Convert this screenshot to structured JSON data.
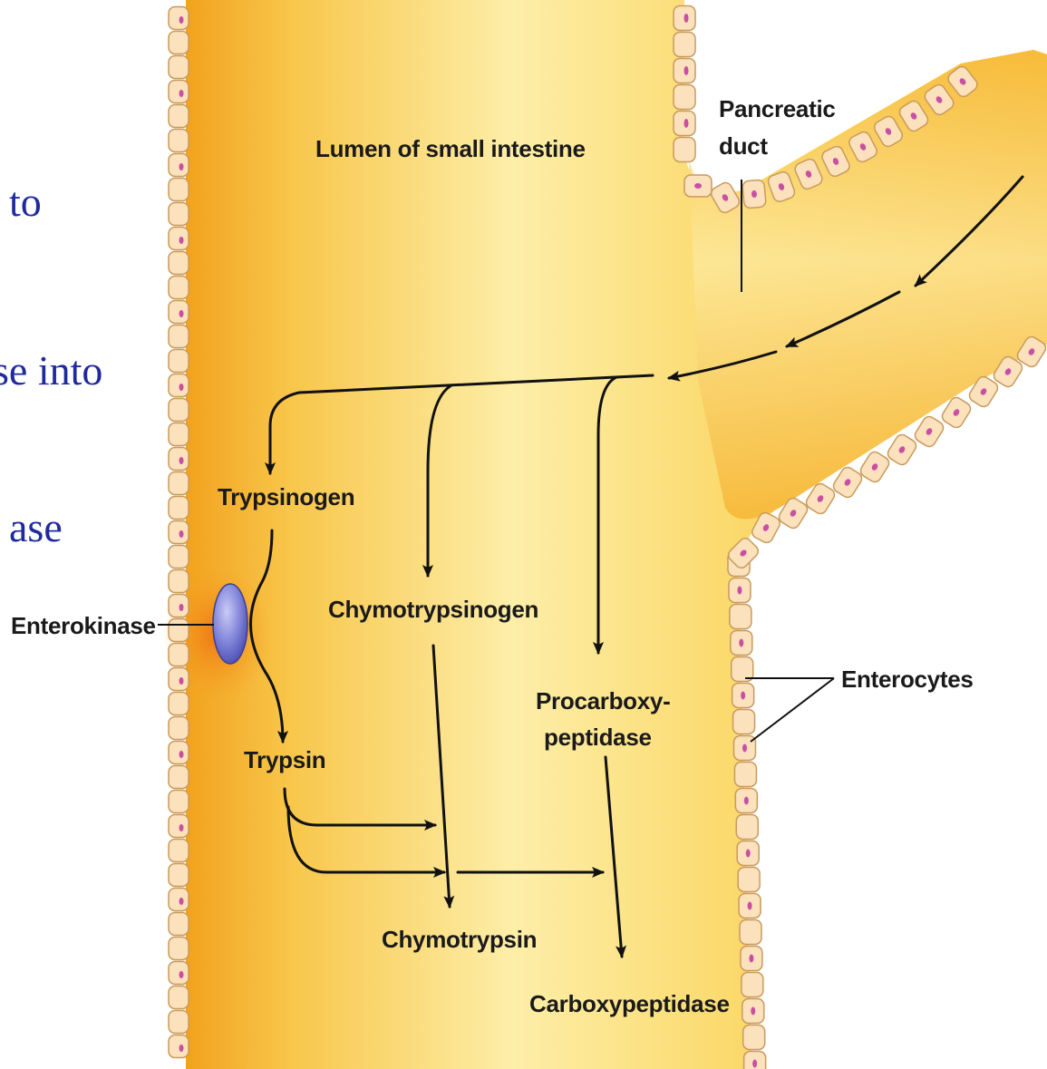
{
  "slide_text_fragments": [
    "to",
    "se into",
    "ase"
  ],
  "labels": {
    "lumen": "Lumen of small intestine",
    "duct_line1": "Pancreatic",
    "duct_line2": "duct",
    "trypsinogen": "Trypsinogen",
    "enterokinase": "Enterokinase",
    "chymotrypsinogen": "Chymotrypsinogen",
    "procarboxy_line1": "Procarboxy-",
    "procarboxy_line2": "peptidase",
    "trypsin": "Trypsin",
    "chymotrypsin": "Chymotrypsin",
    "carboxypeptidase": "Carboxypeptidase",
    "enterocytes": "Enterocytes"
  },
  "colors": {
    "slide_text": "#1f2a9c",
    "lumen_light": "#fdeea8",
    "lumen_deep": "#f2a21e",
    "cell_fill": "#fbe2bd",
    "cell_stroke": "#c99a5c",
    "nucleus": "#c94fa3",
    "enzyme_marker": "#7c7fd6",
    "arrow": "#111111"
  }
}
